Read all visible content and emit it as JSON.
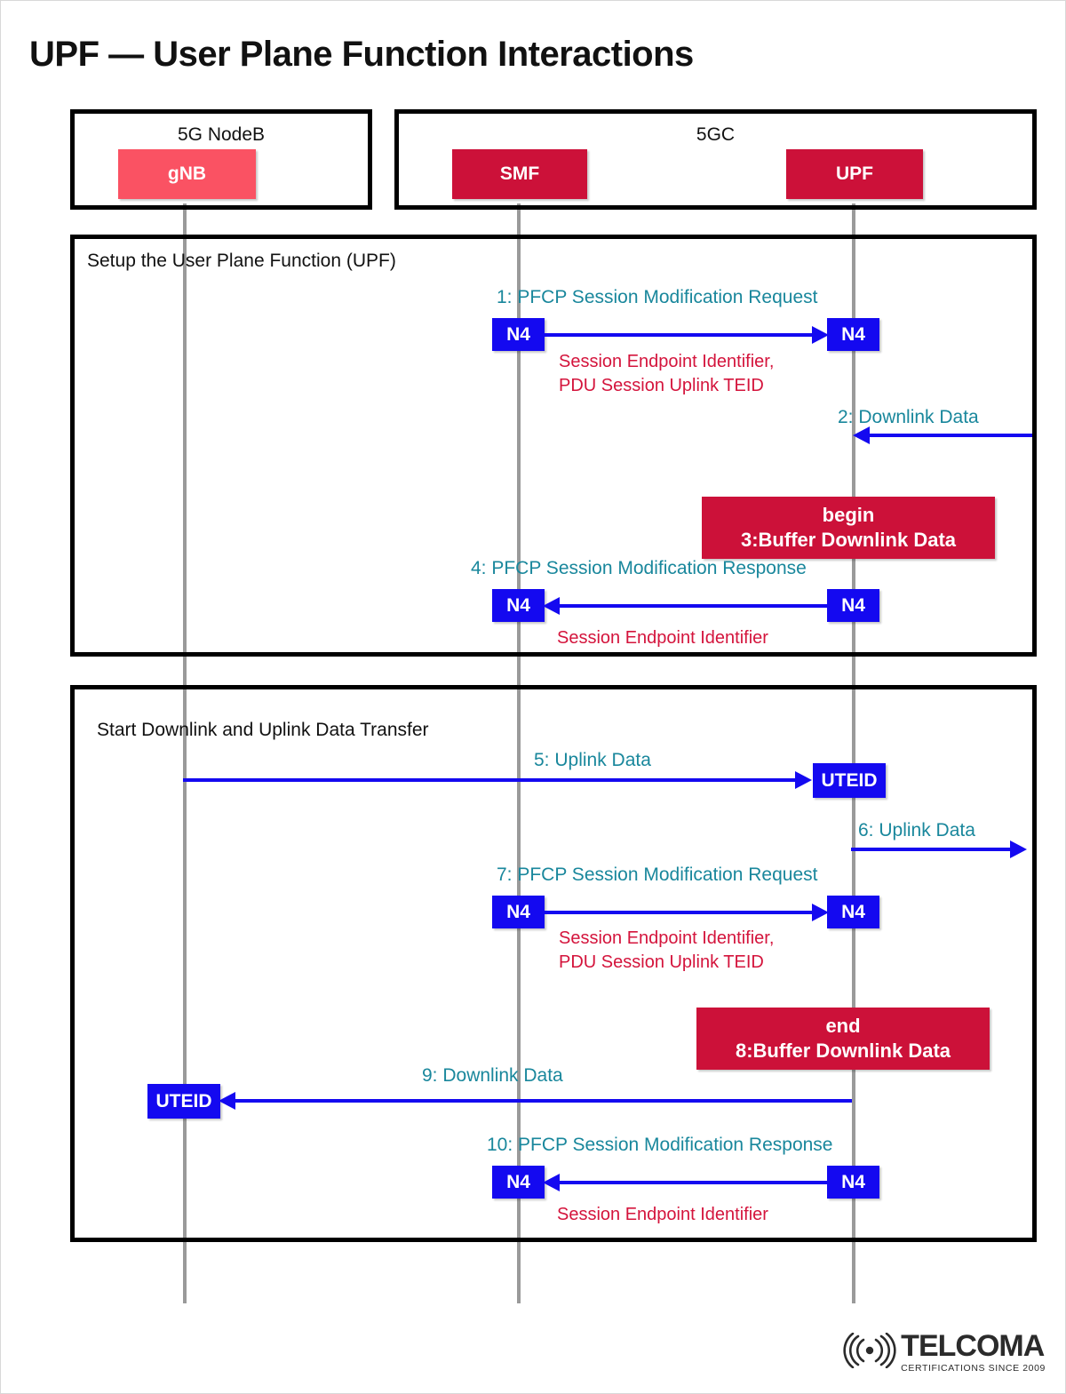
{
  "title": "UPF — User Plane Function Interactions",
  "colors": {
    "accent_teal": "#19879c",
    "note_red": "#d4143c",
    "arrow_blue": "#1409f0",
    "actor_crimson": "#cc1139",
    "gnb_pink": "#fa5263",
    "lifeline_gray": "#9a9a9a"
  },
  "groups": [
    {
      "label": "5G NodeB",
      "actors": [
        {
          "name": "gNB",
          "color": "#fa5263"
        }
      ]
    },
    {
      "label": "5GC",
      "actors": [
        {
          "name": "SMF",
          "color": "#cc1139"
        },
        {
          "name": "UPF",
          "color": "#cc1139"
        }
      ]
    }
  ],
  "frames": [
    {
      "label": "Setup the User Plane Function (UPF)"
    },
    {
      "label": "Start Downlink and Uplink Data Transfer"
    }
  ],
  "messages": [
    {
      "seq": "1",
      "label": "1: PFCP Session Modification Request",
      "note_line1": "Session Endpoint Identifier,",
      "note_line2": "PDU Session Uplink TEID",
      "from": "SMF",
      "to": "UPF",
      "endpoint_tag": "N4"
    },
    {
      "seq": "2",
      "label": "2: Downlink Data",
      "from": "external",
      "to": "UPF"
    },
    {
      "seq": "3",
      "label_top": "begin",
      "label_bottom": "3:Buffer Downlink Data",
      "kind": "buffer"
    },
    {
      "seq": "4",
      "label": "4: PFCP Session Modification Response",
      "note_line1": "Session Endpoint Identifier",
      "from": "UPF",
      "to": "SMF",
      "endpoint_tag": "N4"
    },
    {
      "seq": "5",
      "label": "5: Uplink Data",
      "from": "gNB",
      "to": "UPF",
      "endpoint_tag": "UTEID"
    },
    {
      "seq": "6",
      "label": "6: Uplink Data",
      "from": "UPF",
      "to": "external"
    },
    {
      "seq": "7",
      "label": "7: PFCP Session Modification Request",
      "note_line1": "Session Endpoint Identifier,",
      "note_line2": "PDU Session Uplink TEID",
      "from": "SMF",
      "to": "UPF",
      "endpoint_tag": "N4"
    },
    {
      "seq": "8",
      "label_top": "end",
      "label_bottom": "8:Buffer Downlink Data",
      "kind": "buffer"
    },
    {
      "seq": "9",
      "label": "9: Downlink Data",
      "from": "UPF",
      "to": "gNB",
      "endpoint_tag": "UTEID"
    },
    {
      "seq": "10",
      "label": "10: PFCP Session Modification Response",
      "note_line1": "Session Endpoint Identifier",
      "from": "UPF",
      "to": "SMF",
      "endpoint_tag": "N4"
    }
  ],
  "endpoint_tags": {
    "n4": "N4",
    "uteid": "UTEID"
  },
  "logo": {
    "name": "TELCOMA",
    "tagline": "CERTIFICATIONS SINCE 2009",
    "icon": "wireless-signal-icon"
  }
}
